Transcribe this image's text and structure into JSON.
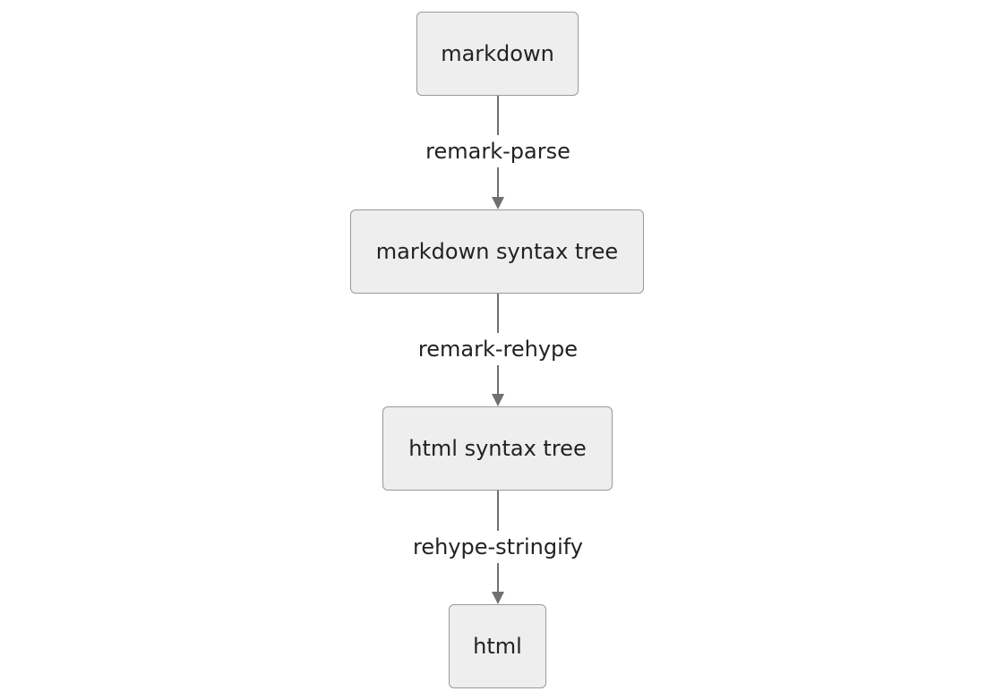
{
  "diagram": {
    "nodes": [
      {
        "label": "markdown"
      },
      {
        "label": "markdown syntax tree"
      },
      {
        "label": "html syntax tree"
      },
      {
        "label": "html"
      }
    ],
    "edges": [
      {
        "label": "remark-parse"
      },
      {
        "label": "remark-rehype"
      },
      {
        "label": "rehype-stringify"
      }
    ],
    "colors": {
      "node_fill": "#eeeeee",
      "node_border": "#9a9a9a",
      "edge": "#707070",
      "text": "#222222"
    }
  }
}
